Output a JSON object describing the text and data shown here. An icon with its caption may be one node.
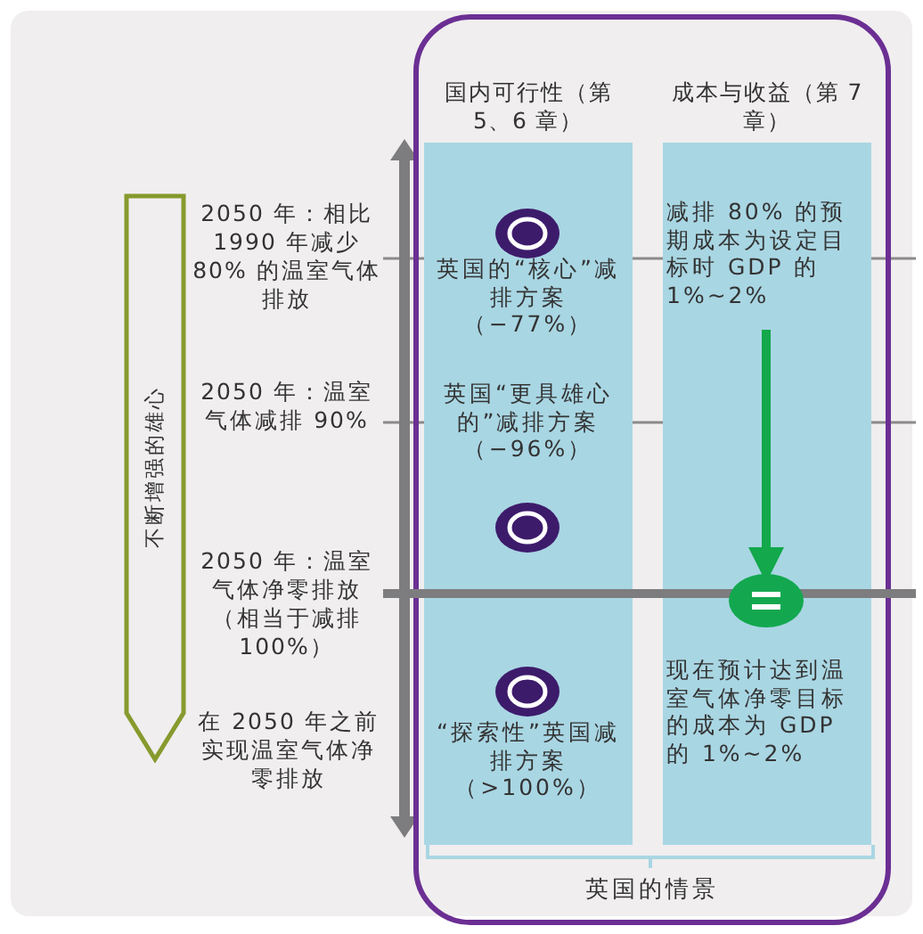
{
  "diagram": {
    "nodes": [
      {
        "text": [
          "英国的情景"
        ]
      },
      {
        "text": [
          "国内可行性（第 5、6 章）",
          "英国的“核心”减排方案（−77%）",
          "英国“更具雄心的”减排方案（−96%）",
          "“探索性”英国减排方案（>100%）"
        ],
        "in": 0
      },
      {
        "text": [
          "成本与收益（第 7 章）",
          "现在预计达到温室气体净零目标的成本为 GDP 的 1%~2%"
        ],
        "in": 0
      },
      {
        "text": [
          "减排 80% 的预期成本为设定目标时 GDP 的 1%~2%"
        ],
        "in": 2
      },
      {
        "text": [],
        "shape": "circle",
        "in": 2
      },
      {
        "text": [
          "不断增强的雄心"
        ]
      }
    ],
    "edges": [
      {
        "from": 3,
        "to": 4,
        "arrow": "to",
        "color": "#12a84b"
      }
    ],
    "labels": [
      "2050 年：相比 1990 年减少 80% 的温室气体排放",
      "2050 年：温室气体减排 90%",
      "2050 年：温室气体净零排放（相当于减排 100%）",
      "在 2050 年之前实现温室气体净零排放"
    ]
  }
}
